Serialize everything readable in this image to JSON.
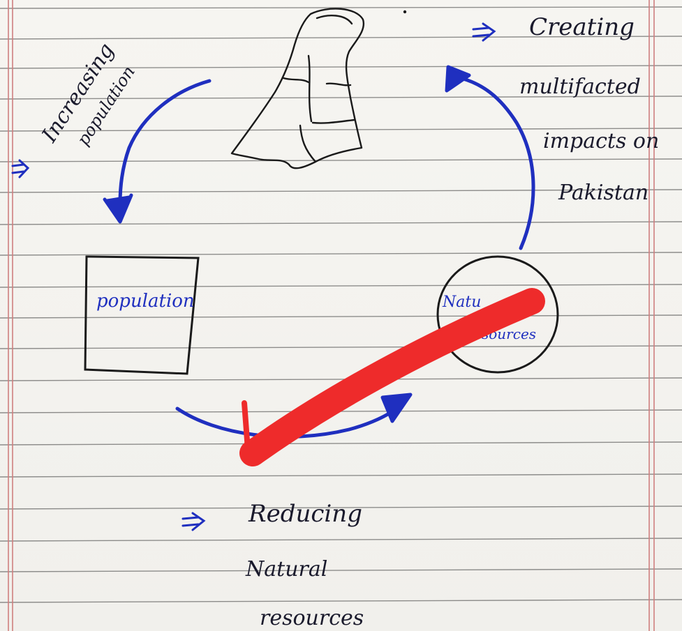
{
  "labels": {
    "increasing_population": [
      "Increasing",
      "population"
    ],
    "creating_impacts": [
      "Creating",
      "multifacted",
      "impacts on",
      "Pakistan"
    ],
    "population_box": "population",
    "natural_resources_circle": [
      "Natu",
      "sources"
    ],
    "reducing_resources": [
      "Reducing",
      "Natural",
      "resources"
    ]
  },
  "colors": {
    "paper": "#f4f3ef",
    "ruled_line": "#2a2a2a",
    "margin_line": "#d48a8a",
    "ink_blue": "#1f2fbf",
    "ink_black": "#1a1a1a",
    "check_red": "#ee2b2b"
  },
  "icons": {
    "bullet": "double-arrow-bullet-icon",
    "figure": "map-of-pakistan-sketch-icon",
    "check": "red-check-mark-icon"
  }
}
